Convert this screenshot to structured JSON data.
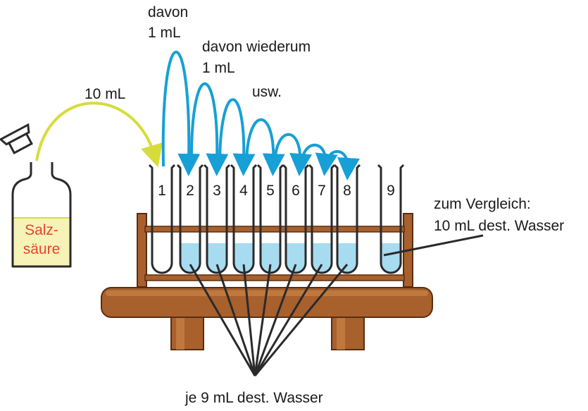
{
  "labels": {
    "first_transfer_line1": "davon",
    "first_transfer_line2": "1 mL",
    "second_transfer_line1": "davon wiederum",
    "second_transfer_line2": "1 mL",
    "etc": "usw.",
    "acid_transfer": "10 mL",
    "comparison_line1": "zum Vergleich:",
    "comparison_line2": "10 mL dest. Wasser",
    "water_note": "je 9 mL dest. Wasser"
  },
  "bottle": {
    "label_line1": "Salz-",
    "label_line2": "säure"
  },
  "tubes": [
    {
      "number": "1",
      "filled": false
    },
    {
      "number": "2",
      "filled": true
    },
    {
      "number": "3",
      "filled": true
    },
    {
      "number": "4",
      "filled": true
    },
    {
      "number": "5",
      "filled": true
    },
    {
      "number": "6",
      "filled": true
    },
    {
      "number": "7",
      "filled": true
    },
    {
      "number": "8",
      "filled": true
    },
    {
      "number": "9",
      "filled": true
    }
  ],
  "colors": {
    "transfer_arrow": "#16a0d5",
    "acid_arrow": "#d6dc3a",
    "acid_liquid": "#f7f3b8",
    "water": "#a7dcf0",
    "wood": "#a8602d",
    "wood_dark": "#5a2d10",
    "acid_text": "#e8442e"
  }
}
